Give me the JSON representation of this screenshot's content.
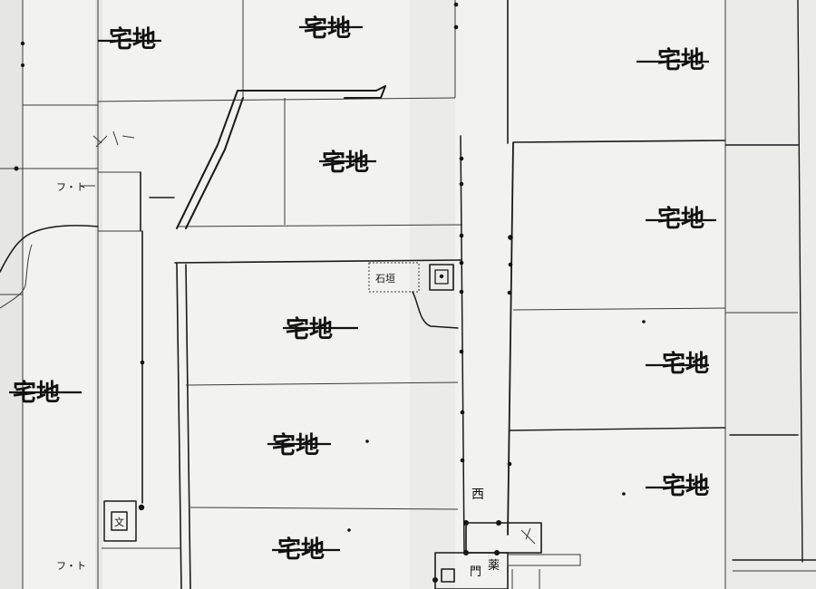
{
  "plan": {
    "parcel_labels": [
      "宅地",
      "宅地",
      "宅地",
      "宅地",
      "宅地",
      "宅地",
      "宅地",
      "宅地",
      "宅地",
      "宅地",
      "宅地"
    ],
    "side_labels": [
      "フ・ト",
      "フ・ト"
    ],
    "corner_labels": [
      "西",
      "門",
      "薬"
    ],
    "small_box_label": "文",
    "note_box_label": "石垣"
  }
}
